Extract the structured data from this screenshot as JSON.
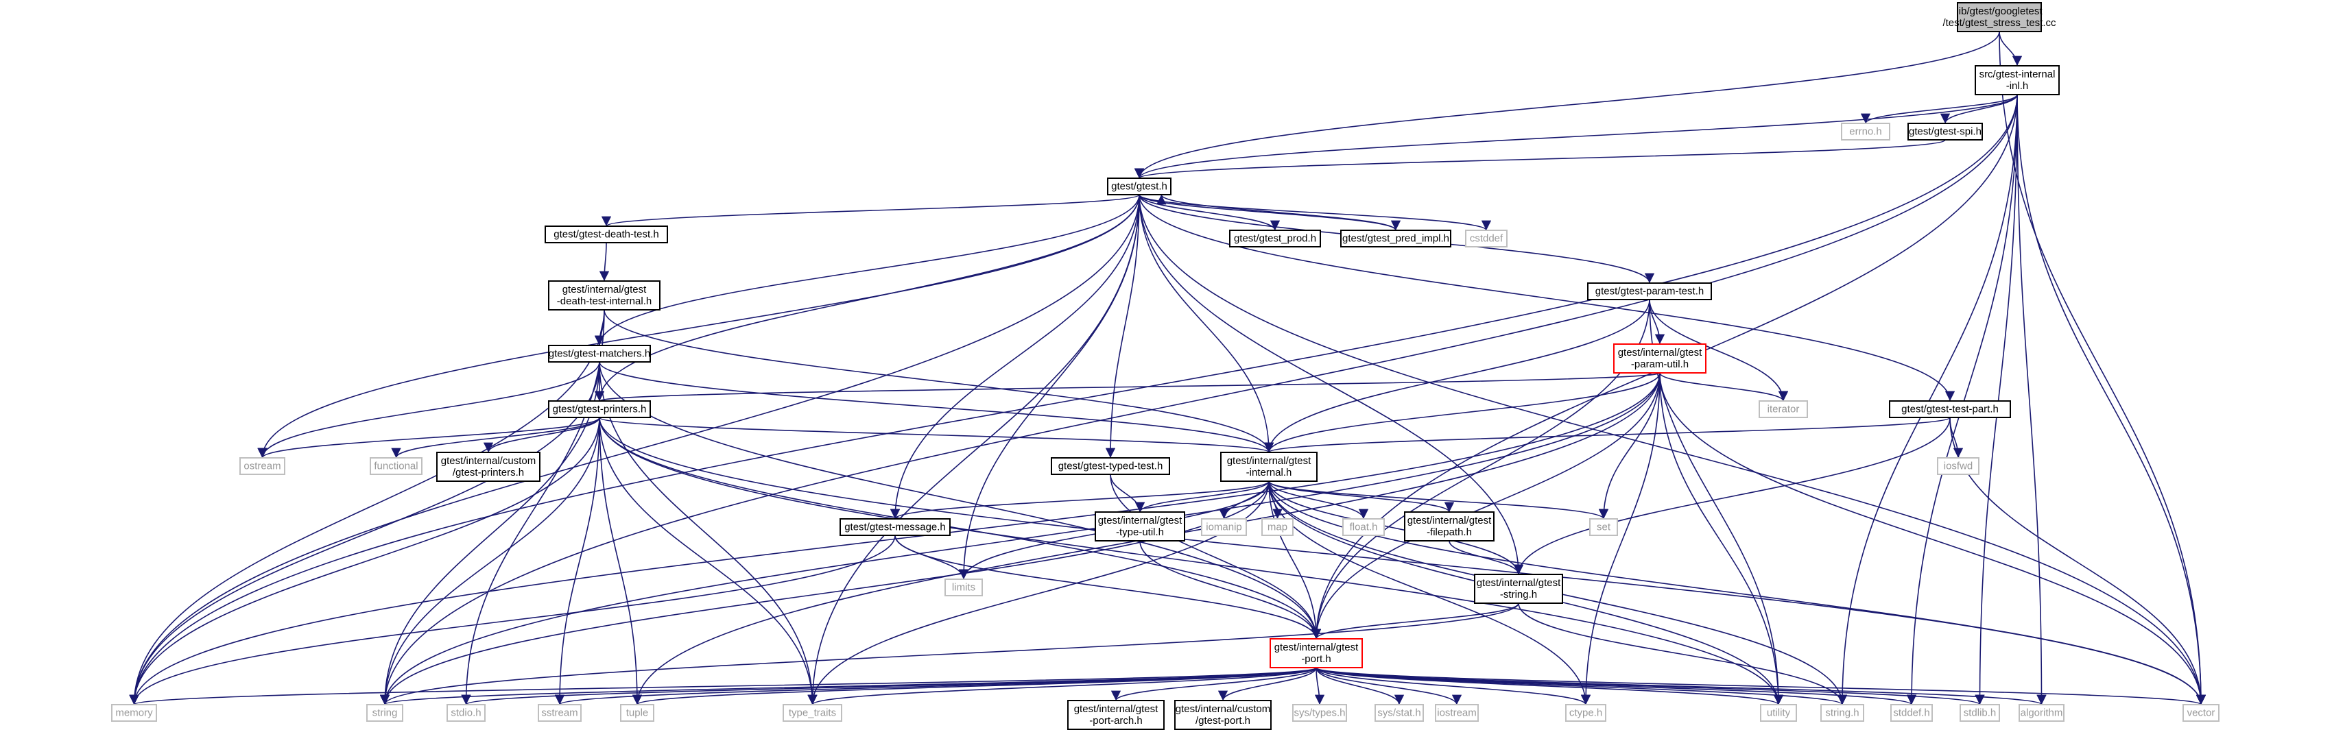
{
  "diagram": {
    "colors": {
      "edge": "#191970",
      "root_fill": "#bfbfbf",
      "red_border": "#ff0000",
      "black_border": "#000000",
      "gray_border": "#bfbfbf",
      "gray_text": "#999999"
    },
    "nodes": [
      {
        "id": "root",
        "lines": [
          "lib/gtest/googletest",
          "/test/gtest_stress_test.cc"
        ],
        "style": "root"
      },
      {
        "id": "internal_inl",
        "lines": [
          "src/gtest-internal",
          "-inl.h"
        ],
        "style": "black"
      },
      {
        "id": "errno",
        "lines": [
          "errno.h"
        ],
        "style": "gray"
      },
      {
        "id": "gtest_spi",
        "lines": [
          "gtest/gtest-spi.h"
        ],
        "style": "black"
      },
      {
        "id": "gtest_h",
        "lines": [
          "gtest/gtest.h"
        ],
        "style": "black"
      },
      {
        "id": "death_test",
        "lines": [
          "gtest/gtest-death-test.h"
        ],
        "style": "black"
      },
      {
        "id": "gtest_prod",
        "lines": [
          "gtest/gtest_prod.h"
        ],
        "style": "black"
      },
      {
        "id": "pred_impl",
        "lines": [
          "gtest/gtest_pred_impl.h"
        ],
        "style": "black"
      },
      {
        "id": "cstddef",
        "lines": [
          "cstddef"
        ],
        "style": "gray"
      },
      {
        "id": "death_internal",
        "lines": [
          "gtest/internal/gtest",
          "-death-test-internal.h"
        ],
        "style": "black"
      },
      {
        "id": "param_test",
        "lines": [
          "gtest/gtest-param-test.h"
        ],
        "style": "black"
      },
      {
        "id": "matchers",
        "lines": [
          "gtest/gtest-matchers.h"
        ],
        "style": "black"
      },
      {
        "id": "param_util",
        "lines": [
          "gtest/internal/gtest",
          "-param-util.h"
        ],
        "style": "red"
      },
      {
        "id": "printers",
        "lines": [
          "gtest/gtest-printers.h"
        ],
        "style": "black"
      },
      {
        "id": "test_part",
        "lines": [
          "gtest/gtest-test-part.h"
        ],
        "style": "black"
      },
      {
        "id": "iterator",
        "lines": [
          "iterator"
        ],
        "style": "gray"
      },
      {
        "id": "ostream",
        "lines": [
          "ostream"
        ],
        "style": "gray"
      },
      {
        "id": "functional",
        "lines": [
          "functional"
        ],
        "style": "gray"
      },
      {
        "id": "custom_printers",
        "lines": [
          "gtest/internal/custom",
          "/gtest-printers.h"
        ],
        "style": "black"
      },
      {
        "id": "internal_h",
        "lines": [
          "gtest/internal/gtest",
          "-internal.h"
        ],
        "style": "black"
      },
      {
        "id": "typed_test",
        "lines": [
          "gtest/gtest-typed-test.h"
        ],
        "style": "black"
      },
      {
        "id": "iosfwd",
        "lines": [
          "iosfwd"
        ],
        "style": "gray"
      },
      {
        "id": "message",
        "lines": [
          "gtest/gtest-message.h"
        ],
        "style": "black"
      },
      {
        "id": "type_util",
        "lines": [
          "gtest/internal/gtest",
          "-type-util.h"
        ],
        "style": "black"
      },
      {
        "id": "iomanip",
        "lines": [
          "iomanip"
        ],
        "style": "gray"
      },
      {
        "id": "map",
        "lines": [
          "map"
        ],
        "style": "gray"
      },
      {
        "id": "float_h",
        "lines": [
          "float.h"
        ],
        "style": "gray"
      },
      {
        "id": "filepath",
        "lines": [
          "gtest/internal/gtest",
          "-filepath.h"
        ],
        "style": "black"
      },
      {
        "id": "set",
        "lines": [
          "set"
        ],
        "style": "gray"
      },
      {
        "id": "limits",
        "lines": [
          "limits"
        ],
        "style": "gray"
      },
      {
        "id": "gstring",
        "lines": [
          "gtest/internal/gtest",
          "-string.h"
        ],
        "style": "black"
      },
      {
        "id": "port",
        "lines": [
          "gtest/internal/gtest",
          "-port.h"
        ],
        "style": "red"
      },
      {
        "id": "memory",
        "lines": [
          "memory"
        ],
        "style": "gray"
      },
      {
        "id": "string",
        "lines": [
          "string"
        ],
        "style": "gray"
      },
      {
        "id": "stdio",
        "lines": [
          "stdio.h"
        ],
        "style": "gray"
      },
      {
        "id": "sstream",
        "lines": [
          "sstream"
        ],
        "style": "gray"
      },
      {
        "id": "tuple",
        "lines": [
          "tuple"
        ],
        "style": "gray"
      },
      {
        "id": "type_traits",
        "lines": [
          "type_traits"
        ],
        "style": "gray"
      },
      {
        "id": "port_arch",
        "lines": [
          "gtest/internal/gtest",
          "-port-arch.h"
        ],
        "style": "black"
      },
      {
        "id": "custom_port",
        "lines": [
          "gtest/internal/custom",
          "/gtest-port.h"
        ],
        "style": "black"
      },
      {
        "id": "sys_types",
        "lines": [
          "sys/types.h"
        ],
        "style": "gray"
      },
      {
        "id": "sys_stat",
        "lines": [
          "sys/stat.h"
        ],
        "style": "gray"
      },
      {
        "id": "iostream",
        "lines": [
          "iostream"
        ],
        "style": "gray"
      },
      {
        "id": "ctype",
        "lines": [
          "ctype.h"
        ],
        "style": "gray"
      },
      {
        "id": "utility",
        "lines": [
          "utility"
        ],
        "style": "gray"
      },
      {
        "id": "string_h",
        "lines": [
          "string.h"
        ],
        "style": "gray"
      },
      {
        "id": "stddef",
        "lines": [
          "stddef.h"
        ],
        "style": "gray"
      },
      {
        "id": "stdlib",
        "lines": [
          "stdlib.h"
        ],
        "style": "gray"
      },
      {
        "id": "algorithm",
        "lines": [
          "algorithm"
        ],
        "style": "gray"
      },
      {
        "id": "vector",
        "lines": [
          "vector"
        ],
        "style": "gray"
      }
    ],
    "edges": [
      [
        "root",
        "internal_inl"
      ],
      [
        "root",
        "gtest_h"
      ],
      [
        "root",
        "vector"
      ],
      [
        "internal_inl",
        "errno"
      ],
      [
        "internal_inl",
        "gtest_spi"
      ],
      [
        "internal_inl",
        "gtest_h"
      ],
      [
        "internal_inl",
        "memory"
      ],
      [
        "internal_inl",
        "string"
      ],
      [
        "internal_inl",
        "port"
      ],
      [
        "internal_inl",
        "string_h"
      ],
      [
        "internal_inl",
        "stddef"
      ],
      [
        "internal_inl",
        "stdlib"
      ],
      [
        "internal_inl",
        "algorithm"
      ],
      [
        "internal_inl",
        "vector"
      ],
      [
        "gtest_spi",
        "gtest_h"
      ],
      [
        "gtest_h",
        "death_test"
      ],
      [
        "gtest_h",
        "gtest_prod"
      ],
      [
        "gtest_h",
        "pred_impl"
      ],
      [
        "gtest_h",
        "cstddef"
      ],
      [
        "gtest_h",
        "param_test"
      ],
      [
        "gtest_h",
        "matchers"
      ],
      [
        "gtest_h",
        "printers"
      ],
      [
        "gtest_h",
        "test_part"
      ],
      [
        "gtest_h",
        "ostream"
      ],
      [
        "gtest_h",
        "internal_h"
      ],
      [
        "gtest_h",
        "typed_test"
      ],
      [
        "gtest_h",
        "message"
      ],
      [
        "gtest_h",
        "limits"
      ],
      [
        "gtest_h",
        "gstring"
      ],
      [
        "gtest_h",
        "memory"
      ],
      [
        "gtest_h",
        "type_traits"
      ],
      [
        "gtest_h",
        "vector"
      ],
      [
        "pred_impl",
        "gtest_h"
      ],
      [
        "death_test",
        "death_internal"
      ],
      [
        "death_internal",
        "matchers"
      ],
      [
        "death_internal",
        "internal_h"
      ],
      [
        "death_internal",
        "stdio"
      ],
      [
        "death_internal",
        "memory"
      ],
      [
        "param_test",
        "param_util"
      ],
      [
        "param_test",
        "internal_h"
      ],
      [
        "param_test",
        "port"
      ],
      [
        "param_test",
        "iterator"
      ],
      [
        "param_test",
        "utility"
      ],
      [
        "param_util",
        "printers"
      ],
      [
        "param_util",
        "internal_h"
      ],
      [
        "param_util",
        "port"
      ],
      [
        "param_util",
        "iterator"
      ],
      [
        "param_util",
        "set"
      ],
      [
        "param_util",
        "tuple"
      ],
      [
        "param_util",
        "utility"
      ],
      [
        "param_util",
        "vector"
      ],
      [
        "param_util",
        "ctype"
      ],
      [
        "param_util",
        "string"
      ],
      [
        "param_util",
        "memory"
      ],
      [
        "matchers",
        "printers"
      ],
      [
        "matchers",
        "internal_h"
      ],
      [
        "matchers",
        "port"
      ],
      [
        "matchers",
        "ostream"
      ],
      [
        "matchers",
        "string"
      ],
      [
        "matchers",
        "memory"
      ],
      [
        "matchers",
        "type_traits"
      ],
      [
        "printers",
        "ostream"
      ],
      [
        "printers",
        "functional"
      ],
      [
        "printers",
        "custom_printers"
      ],
      [
        "printers",
        "internal_h"
      ],
      [
        "printers",
        "port"
      ],
      [
        "printers",
        "sstream"
      ],
      [
        "printers",
        "tuple"
      ],
      [
        "printers",
        "type_traits"
      ],
      [
        "printers",
        "string"
      ],
      [
        "printers",
        "utility"
      ],
      [
        "printers",
        "vector"
      ],
      [
        "printers",
        "memory"
      ],
      [
        "test_part",
        "iosfwd"
      ],
      [
        "test_part",
        "internal_h"
      ],
      [
        "test_part",
        "gstring"
      ],
      [
        "test_part",
        "vector"
      ],
      [
        "typed_test",
        "type_util"
      ],
      [
        "typed_test",
        "port"
      ],
      [
        "internal_h",
        "message"
      ],
      [
        "internal_h",
        "type_util"
      ],
      [
        "internal_h",
        "iomanip"
      ],
      [
        "internal_h",
        "map"
      ],
      [
        "internal_h",
        "float_h"
      ],
      [
        "internal_h",
        "filepath"
      ],
      [
        "internal_h",
        "set"
      ],
      [
        "internal_h",
        "limits"
      ],
      [
        "internal_h",
        "gstring"
      ],
      [
        "internal_h",
        "port"
      ],
      [
        "internal_h",
        "string"
      ],
      [
        "internal_h",
        "type_traits"
      ],
      [
        "internal_h",
        "ctype"
      ],
      [
        "internal_h",
        "string_h"
      ],
      [
        "internal_h",
        "utility"
      ],
      [
        "internal_h",
        "vector"
      ],
      [
        "message",
        "limits"
      ],
      [
        "message",
        "port"
      ],
      [
        "message",
        "memory"
      ],
      [
        "type_util",
        "port"
      ],
      [
        "filepath",
        "gstring"
      ],
      [
        "gstring",
        "port"
      ],
      [
        "gstring",
        "string"
      ],
      [
        "gstring",
        "string_h"
      ],
      [
        "port",
        "port_arch"
      ],
      [
        "port",
        "custom_port"
      ],
      [
        "port",
        "sys_types"
      ],
      [
        "port",
        "sys_stat"
      ],
      [
        "port",
        "iostream"
      ],
      [
        "port",
        "ctype"
      ],
      [
        "port",
        "utility"
      ],
      [
        "port",
        "string_h"
      ],
      [
        "port",
        "stddef"
      ],
      [
        "port",
        "stdlib"
      ],
      [
        "port",
        "algorithm"
      ],
      [
        "port",
        "vector"
      ],
      [
        "port",
        "memory"
      ],
      [
        "port",
        "string"
      ],
      [
        "port",
        "stdio"
      ],
      [
        "port",
        "sstream"
      ],
      [
        "port",
        "tuple"
      ],
      [
        "port",
        "type_traits"
      ]
    ]
  }
}
